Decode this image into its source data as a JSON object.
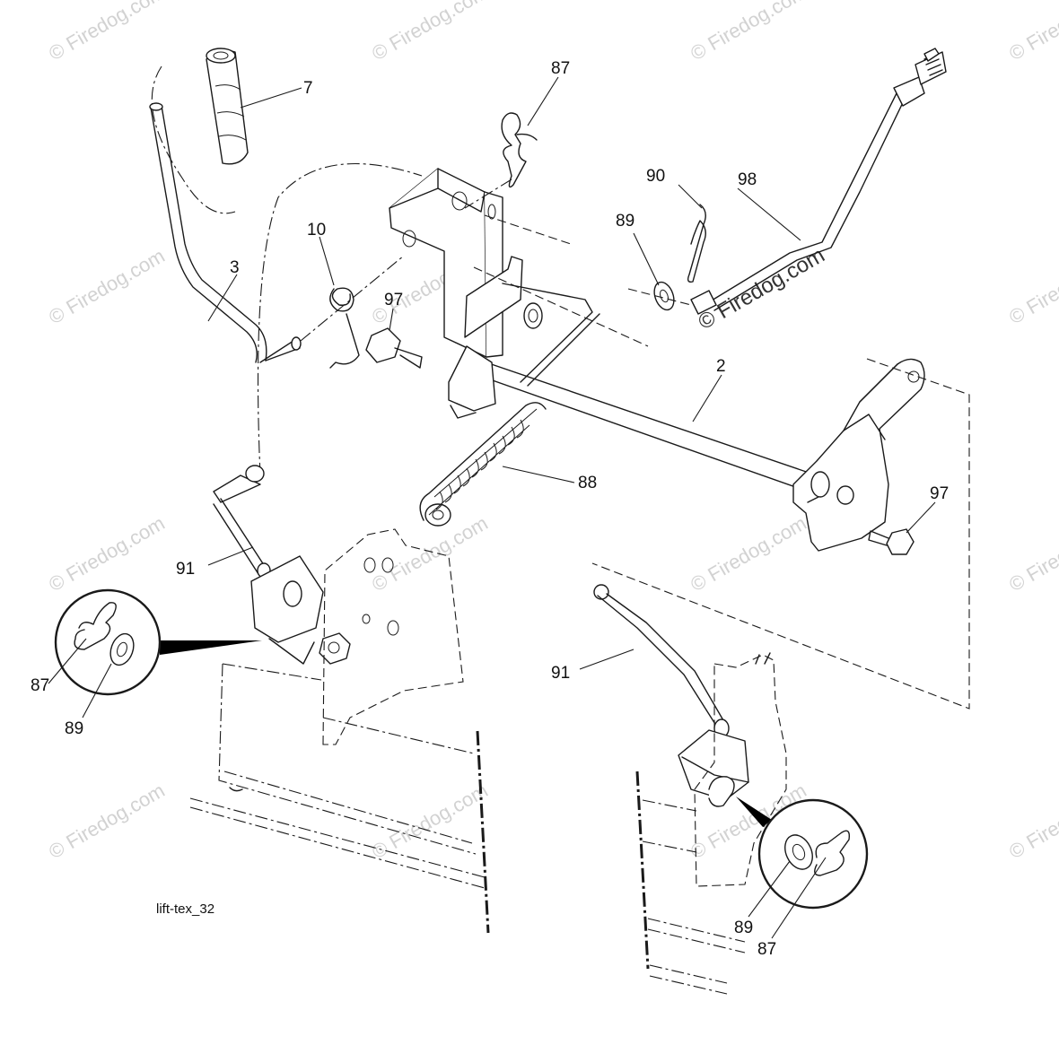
{
  "diagram": {
    "figure_id": "lift-tex_32",
    "watermark": "© Firedog.com",
    "callouts": [
      {
        "id": "c7",
        "label": "7"
      },
      {
        "id": "c87a",
        "label": "87"
      },
      {
        "id": "c90",
        "label": "90"
      },
      {
        "id": "c98",
        "label": "98"
      },
      {
        "id": "c89a",
        "label": "89"
      },
      {
        "id": "c10",
        "label": "10"
      },
      {
        "id": "c3",
        "label": "3"
      },
      {
        "id": "c97a",
        "label": "97"
      },
      {
        "id": "c2",
        "label": "2"
      },
      {
        "id": "c88",
        "label": "88"
      },
      {
        "id": "c97b",
        "label": "97"
      },
      {
        "id": "c91a",
        "label": "91"
      },
      {
        "id": "c87b",
        "label": "87"
      },
      {
        "id": "c89b",
        "label": "89"
      },
      {
        "id": "c91b",
        "label": "91"
      },
      {
        "id": "c89c",
        "label": "89"
      },
      {
        "id": "c87c",
        "label": "87"
      }
    ]
  }
}
